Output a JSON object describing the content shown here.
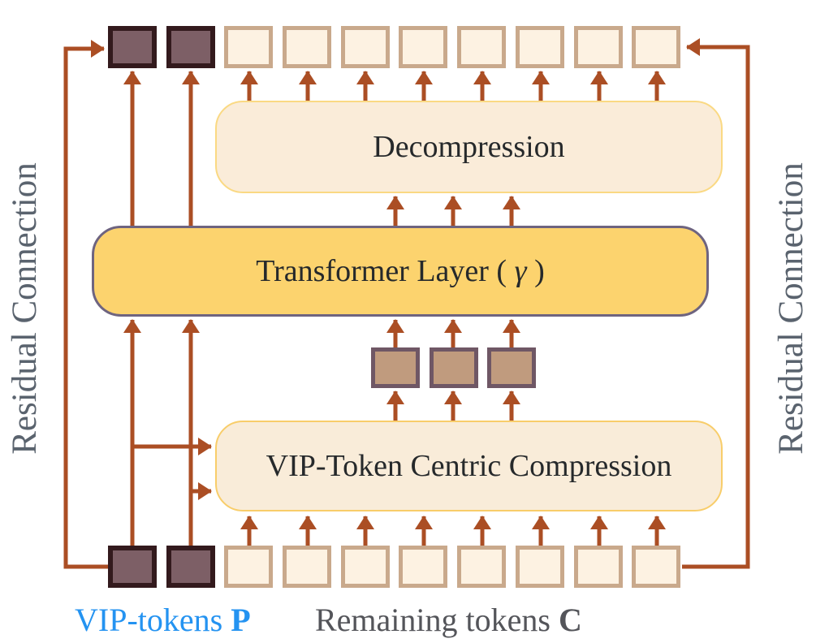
{
  "figure": {
    "type": "architecture-diagram",
    "boxes": {
      "decompression": "Decompression",
      "transformer_prefix": "Transformer Layer ( ",
      "transformer_gamma": "γ",
      "transformer_suffix": " )",
      "compression": "VIP-Token Centric Compression"
    },
    "residual_left": "Residual Connection",
    "residual_right": "Residual Connection",
    "legend": {
      "vip_label": "VIP-tokens ",
      "vip_symbol": "P",
      "remaining_label": "Remaining tokens ",
      "remaining_symbol": "C"
    },
    "tokens": {
      "vip_count": 2,
      "remaining_count": 8,
      "compressed_count": 3
    },
    "colors": {
      "arrow": "#ab4e24",
      "vip_token_fill": "#7d5f66",
      "vip_token_border": "#331a1d",
      "remaining_token_fill": "#fdf2e2",
      "remaining_token_border": "#c9a98c",
      "compressed_token_fill": "#c09b7e",
      "compressed_token_border": "#6f5765",
      "decompression_fill": "#faecd9",
      "decompression_border": "#fad983",
      "transformer_fill": "#fcd36e",
      "transformer_border": "#6e6480",
      "compression_fill": "#f9ecd9",
      "compression_border": "#f8cd6a",
      "vip_label_color": "#2493f1",
      "remaining_label_color": "#54555a",
      "residual_label_color": "#5a636e"
    }
  }
}
